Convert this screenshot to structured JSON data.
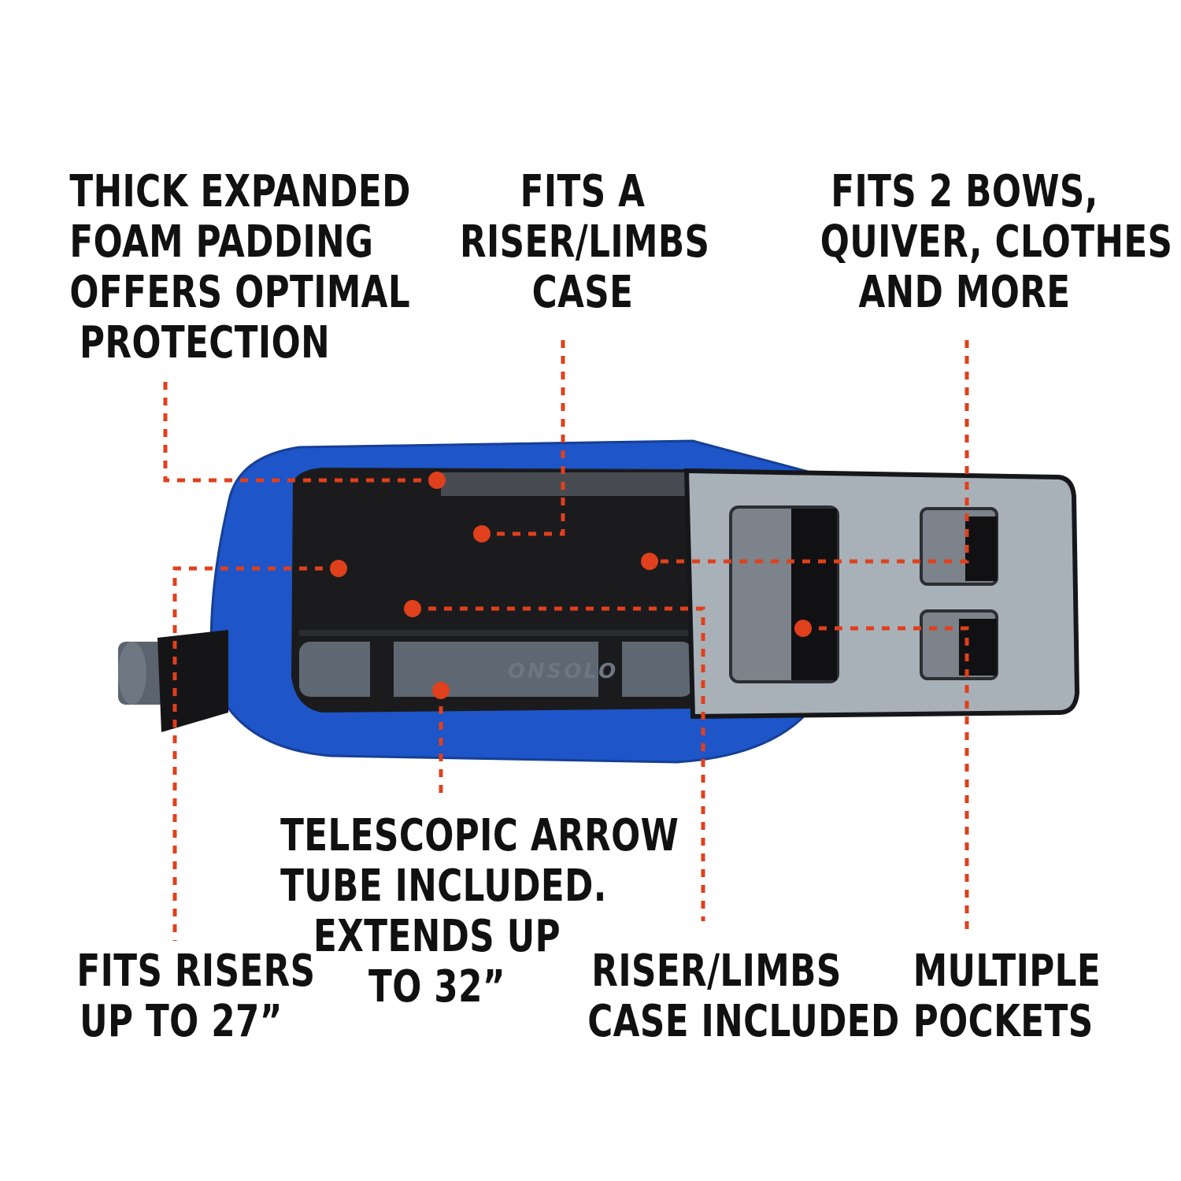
{
  "accent_color": "#e0401c",
  "bag_color": "#1e55c8",
  "callouts": {
    "foam_padding": [
      "THICK EXPANDED",
      "FOAM PADDING",
      "OFFERS OPTIMAL",
      "PROTECTION"
    ],
    "fits_case": [
      "FITS A",
      "RISER/LIMBS",
      "CASE"
    ],
    "fits_bows": [
      "FITS 2 BOWS,",
      "QUIVER, CLOTHES",
      "AND MORE"
    ],
    "arrow_tube": [
      "TELESCOPIC ARROW",
      "TUBE INCLUDED.",
      "EXTENDS UP",
      "TO 32”"
    ],
    "fits_risers": [
      "FITS RISERS",
      "UP TO 27”"
    ],
    "case_included": [
      "RISER/LIMBS",
      "CASE INCLUDED"
    ],
    "pockets": [
      "MULTIPLE",
      "POCKETS"
    ]
  },
  "tube_brand": "ONSOLO"
}
